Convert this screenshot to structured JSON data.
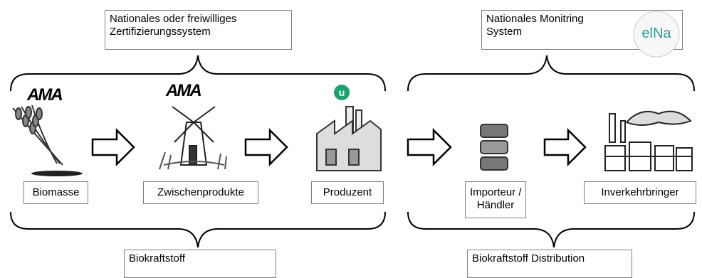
{
  "top_left_box": {
    "line1": "Nationales oder freiwilliges",
    "line2": "Zertifizierungssystem"
  },
  "top_right_box": {
    "line1": "Nationales Monitring",
    "line2": "System"
  },
  "bottom_left_box": "Biokraftstoff",
  "bottom_right_box": "Biokraftstoff Distribution",
  "stages": [
    {
      "label": "Biomasse"
    },
    {
      "label": "Zwischenprodukte"
    },
    {
      "label": "Produzent"
    },
    {
      "label_line1": "Importeur /",
      "label_line2": "Händler"
    },
    {
      "label": "Inverkehrbringer"
    }
  ],
  "logos": {
    "ama": "AMA",
    "umweltbundesamt": "u",
    "elna": "elNa",
    "colors": {
      "ama_red": "#d0202b",
      "u_green": "#1aa36e",
      "elna_teal": "#2a9d8f"
    }
  }
}
